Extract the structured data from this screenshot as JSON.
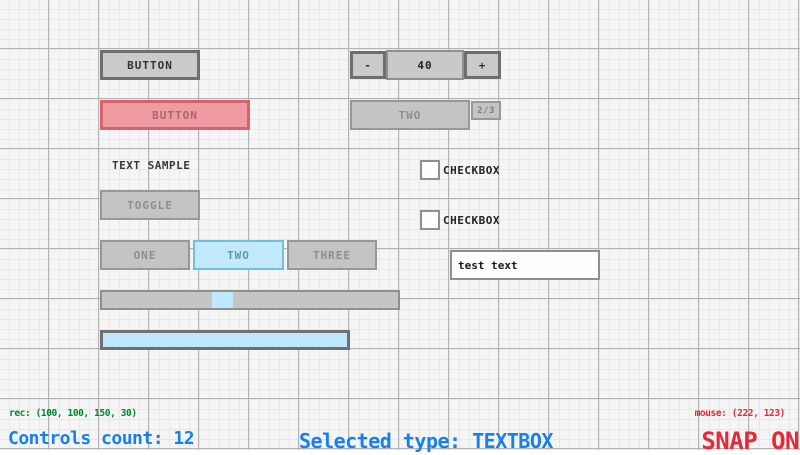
{
  "controls": {
    "button_primary": {
      "label": "BUTTON"
    },
    "button_selected": {
      "label": "BUTTON",
      "selection_rec": "(100, 100, 150, 30)"
    },
    "stepper": {
      "minus_label": "-",
      "value": "40",
      "plus_label": "+"
    },
    "combobox": {
      "selected_label": "TWO",
      "counter_label": "2/3"
    },
    "label_text": "TEXT SAMPLE",
    "toggle": {
      "label": "TOGGLE"
    },
    "tabs": [
      {
        "label": "ONE",
        "active": false
      },
      {
        "label": "TWO",
        "active": true
      },
      {
        "label": "THREE",
        "active": false
      }
    ],
    "checkboxes": [
      {
        "label": "CHECKBOX",
        "checked": false
      },
      {
        "label": "CHECKBOX",
        "checked": false
      }
    ],
    "textbox": {
      "value": "test text"
    },
    "slider": {
      "value_fraction": 0.37
    },
    "progressbar": {
      "value_fraction": 1.0
    }
  },
  "statusbar": {
    "rec_text": "rec: (100, 100, 150, 30)",
    "controls_count_text": "Controls count: 12",
    "selected_type_text": "Selected type: TEXTBOX",
    "mouse_text": "mouse: (222, 123)",
    "snap_text": "SNAP ON"
  },
  "colors": {
    "status_green": "#00852F",
    "status_blue": "#1580EE",
    "status_red": "#E62937",
    "accent_blue_fill": "#C2EAFB",
    "accent_blue_border": "#6FBFE0",
    "selected_pink_fill": "#F09AA1",
    "selected_pink_border": "#D5626C"
  }
}
